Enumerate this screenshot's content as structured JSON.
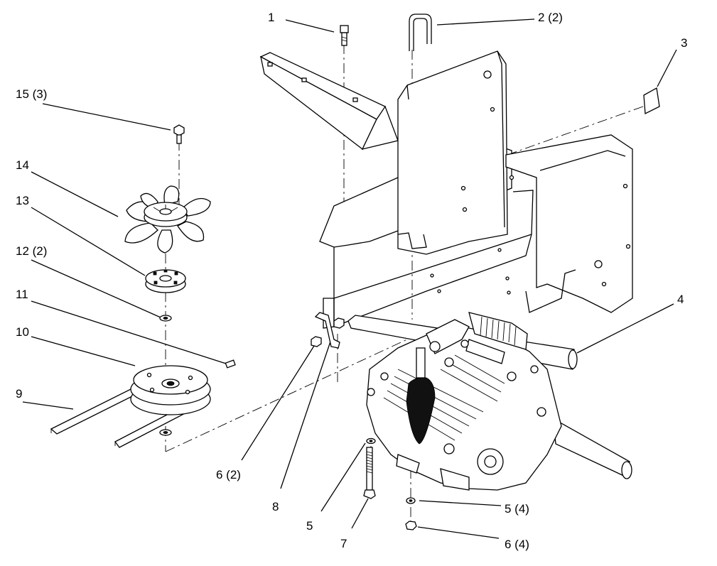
{
  "callouts": [
    {
      "id": "c1",
      "text": "1"
    },
    {
      "id": "c2",
      "text": "2 (2)"
    },
    {
      "id": "c3",
      "text": "3"
    },
    {
      "id": "c4",
      "text": "4"
    },
    {
      "id": "c5a",
      "text": "5"
    },
    {
      "id": "c5b",
      "text": "5 (4)"
    },
    {
      "id": "c6a",
      "text": "6 (2)"
    },
    {
      "id": "c6b",
      "text": "6 (4)"
    },
    {
      "id": "c7",
      "text": "7"
    },
    {
      "id": "c8",
      "text": "8"
    },
    {
      "id": "c9",
      "text": "9"
    },
    {
      "id": "c10",
      "text": "10"
    },
    {
      "id": "c11",
      "text": "11"
    },
    {
      "id": "c12",
      "text": "12 (2)"
    },
    {
      "id": "c13",
      "text": "13"
    },
    {
      "id": "c14",
      "text": "14"
    },
    {
      "id": "c15",
      "text": "15 (3)"
    }
  ]
}
